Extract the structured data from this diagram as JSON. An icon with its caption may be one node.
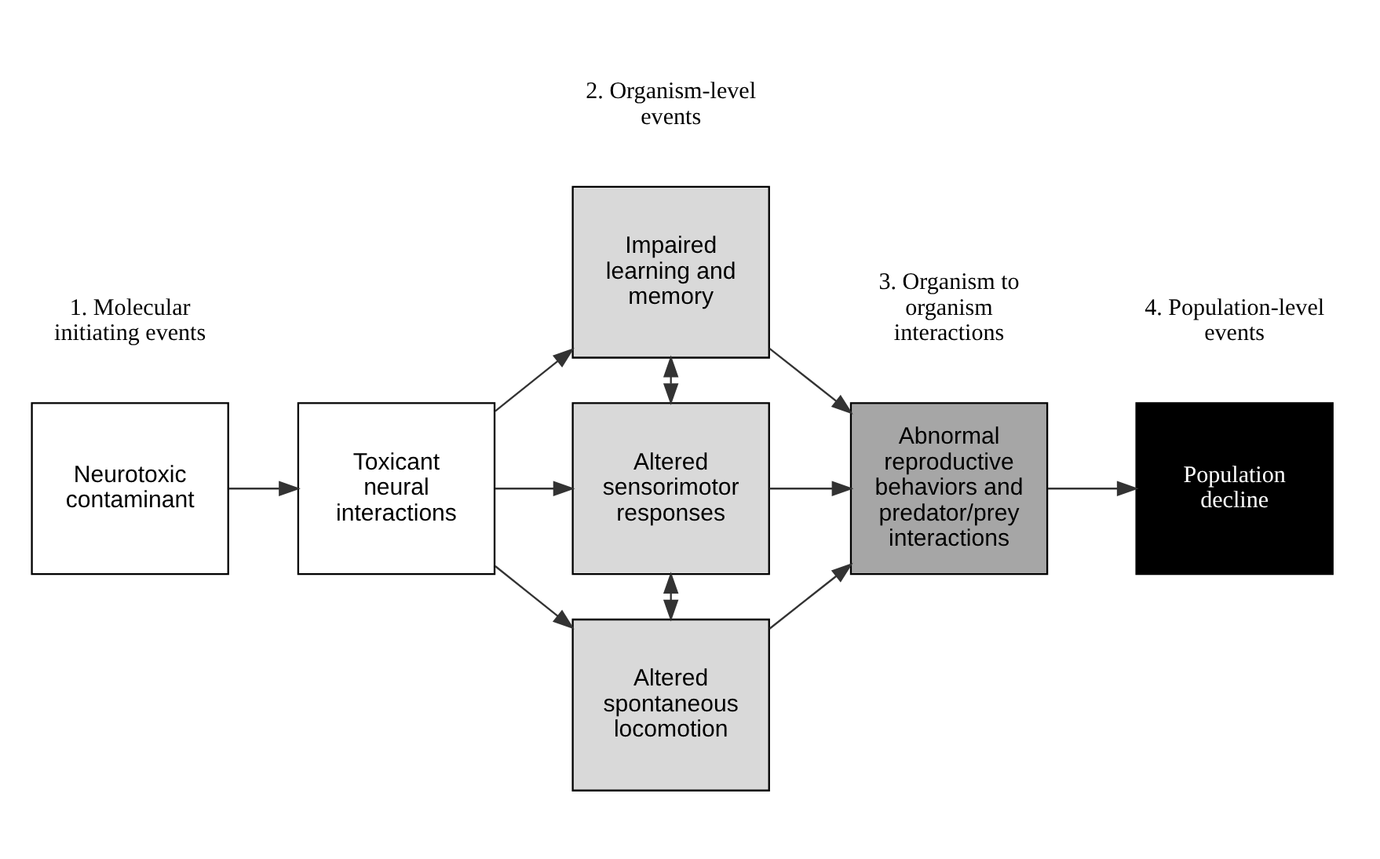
{
  "diagram": {
    "nodes": [
      {
        "text": [
          "Neurotoxic contaminant"
        ]
      },
      {
        "text": [
          "Toxicant neural interactions"
        ]
      },
      {
        "text": [
          "Impaired learning and memory"
        ]
      },
      {
        "text": [
          "Altered sensorimotor responses"
        ]
      },
      {
        "text": [
          "Altered spontaneous locomotion"
        ]
      },
      {
        "text": [
          "Abnormal reproductive behaviors and predator/prey interactions"
        ]
      },
      {
        "text": [
          "Population decline"
        ]
      }
    ],
    "edges": [
      {
        "from": 0,
        "to": 1,
        "arrow": "to"
      },
      {
        "from": 1,
        "to": 2,
        "arrow": "to"
      },
      {
        "from": 1,
        "to": 3,
        "arrow": "to"
      },
      {
        "from": 1,
        "to": 4,
        "arrow": "to"
      },
      {
        "from": 2,
        "to": 3,
        "arrow": "both",
        "style": "dashed"
      },
      {
        "from": 3,
        "to": 4,
        "arrow": "both",
        "style": "dashed"
      },
      {
        "from": 2,
        "to": 5,
        "arrow": "to"
      },
      {
        "from": 3,
        "to": 5,
        "arrow": "to"
      },
      {
        "from": 4,
        "to": 5,
        "arrow": "to"
      },
      {
        "from": 5,
        "to": 6,
        "arrow": "to"
      }
    ],
    "labels": [
      "1. Molecular initiating events",
      "2. Organism-level events",
      "3. Organism to organism interactions",
      "4. Population-level events"
    ]
  }
}
